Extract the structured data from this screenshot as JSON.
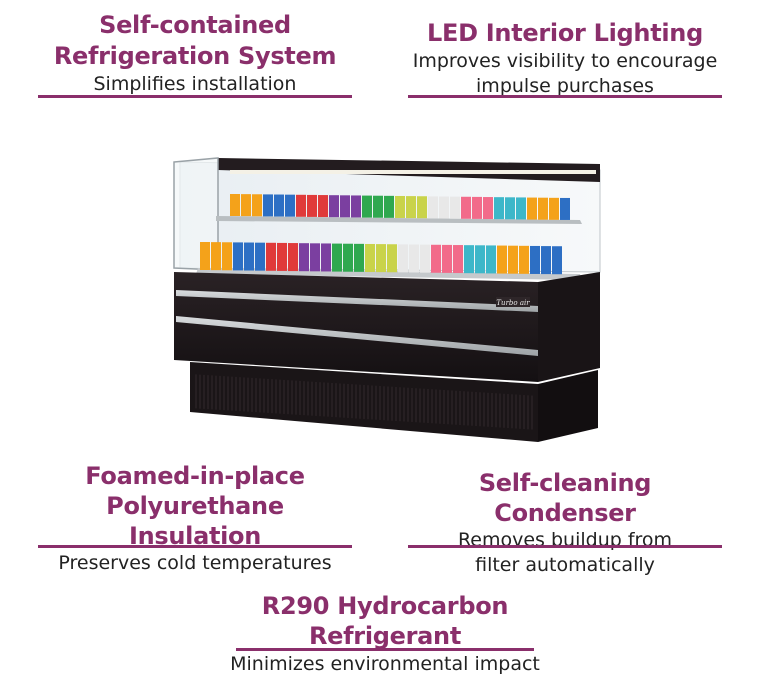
{
  "features": [
    {
      "title_line1": "Self-contained",
      "title_line2": "Refrigeration System",
      "desc_line1": "Simplifies installation",
      "desc_line2": ""
    },
    {
      "title_line1": "LED Interior Lighting",
      "title_line2": "",
      "desc_line1": "Improves visibility to encourage",
      "desc_line2": "impulse purchases"
    },
    {
      "title_line1": "Foamed-in-place",
      "title_line2": "Polyurethane Insulation",
      "desc_line1": "Preserves cold temperatures",
      "desc_line2": ""
    },
    {
      "title_line1": "Self-cleaning Condenser",
      "title_line2": "",
      "desc_line1": "Removes buildup from",
      "desc_line2": "filter automatically"
    },
    {
      "title_line1": "R290 Hydrocarbon Refrigerant",
      "title_line2": "",
      "desc_line1": "Minimizes environmental impact",
      "desc_line2": ""
    }
  ],
  "product": {
    "brand_label": "Turbo air"
  },
  "colors": {
    "accent": "#8a2f6b",
    "text": "#222222",
    "cabinet": "#1c1618"
  }
}
